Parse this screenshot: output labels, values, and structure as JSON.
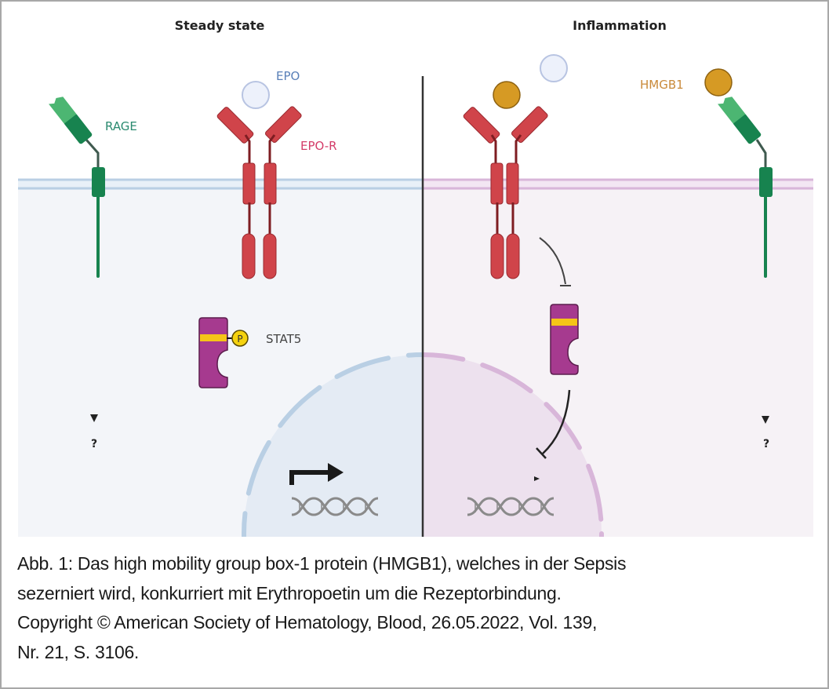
{
  "figure": {
    "panels": {
      "left": {
        "title": "Steady state",
        "labels": {
          "rage": "RAGE",
          "epo": "EPO",
          "epo_r": "EPO-R",
          "stat5": "STAT5",
          "phospho": "P",
          "unknown": "?"
        }
      },
      "right": {
        "title": "Inflammation",
        "labels": {
          "hmgb1": "HMGB1",
          "unknown": "?"
        }
      }
    },
    "colors": {
      "rage_light": "#4cb672",
      "rage_dark": "#17834f",
      "epo_r": "#d0444a",
      "epo_r_dark": "#7e1d22",
      "epo": "#edf1fb",
      "hmgb1": "#d69a24",
      "stat5": "#a63a8f",
      "stat5_band": "#f5c518",
      "membrane_left": "#b9cfe4",
      "membrane_right": "#d8b6d9",
      "cytoplasm_left": "#f3f5f9",
      "cytoplasm_right": "#f6f2f6",
      "nucleus_left": "#e4ebf4",
      "nucleus_right": "#ede1ee",
      "label_rage": "#2a8a6f",
      "label_epo": "#5a80b8",
      "label_epo_r": "#d43d6a",
      "label_hmgb1": "#c98a3a"
    }
  },
  "caption": {
    "lines": [
      "Abb. 1: Das high mobility group box-1 protein (HMGB1), welches in der Sepsis",
      "sezerniert wird, konkurriert mit Erythropoetin um die Rezeptorbindung.",
      "Copyright © American Society of Hematology, Blood, 26.05.2022, Vol. 139,",
      "Nr. 21, S. 3106."
    ]
  }
}
